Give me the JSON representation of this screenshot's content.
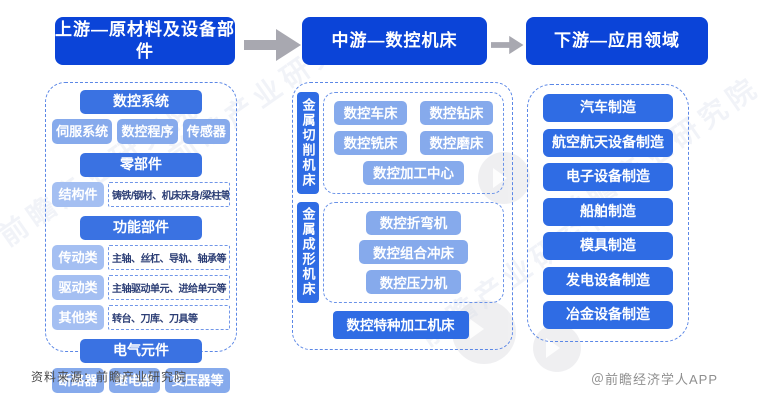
{
  "diagram": {
    "watermark": "前瞻产业研究院",
    "colors": {
      "header_blue": "#0b44d8",
      "section_blue": "#3a72e2",
      "item_blue": "#2f6ce4",
      "chip_blue": "#86aaec",
      "label_chip_blue": "#a4bff2",
      "dashed_border": "#5b87e6",
      "desc_text": "#2c3e75",
      "arrow_gray": "#a8a8b0"
    }
  },
  "upstream": {
    "header": "上游—原材料及设备部件",
    "sections": [
      {
        "title": "数控系统",
        "items": [
          "伺服系统",
          "数控程序",
          "传感器"
        ]
      },
      {
        "title": "零部件",
        "rows": [
          {
            "label": "结构件",
            "desc": "铸铁/钢材、机床床身/梁柱等"
          }
        ]
      },
      {
        "title": "功能部件",
        "rows": [
          {
            "label": "传动类",
            "desc": "主轴、丝杠、导轨、轴承等"
          },
          {
            "label": "驱动类",
            "desc": "主轴驱动单元、进给单元等"
          },
          {
            "label": "其他类",
            "desc": "转台、刀库、刀具等"
          }
        ]
      },
      {
        "title": "电气元件",
        "items": [
          "断路器",
          "继电器",
          "变压器等"
        ]
      }
    ]
  },
  "midstream": {
    "header": "中游—数控机床",
    "groups": [
      {
        "label": "金属切削机床",
        "items": [
          "数控车床",
          "数控钻床",
          "数控铣床",
          "数控磨床",
          "数控加工中心"
        ]
      },
      {
        "label": "金属成形机床",
        "items": [
          "数控折弯机",
          "数控组合冲床",
          "数控压力机"
        ]
      }
    ],
    "special": "数控特种加工机床"
  },
  "downstream": {
    "header": "下游—应用领域",
    "items": [
      "汽车制造",
      "航空航天设备制造",
      "电子设备制造",
      "船舶制造",
      "模具制造",
      "发电设备制造",
      "冶金设备制造"
    ]
  },
  "footer": {
    "source": "资料来源：前瞻产业研究院",
    "credit": "＠前瞻经济学人APP"
  }
}
